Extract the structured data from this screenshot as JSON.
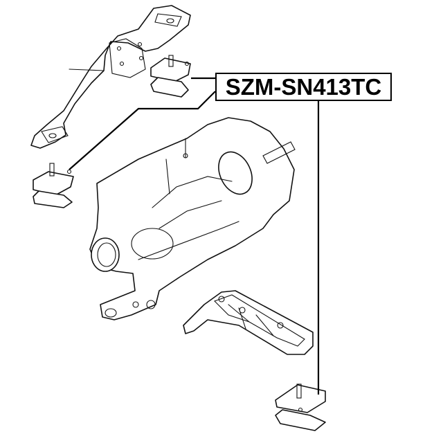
{
  "diagram": {
    "part_number_label": "SZM-SN413TC",
    "colors": {
      "line": "#111111",
      "background": "#ffffff",
      "label_border": "#000000"
    },
    "components": [
      {
        "name": "transmission-crossmember",
        "description": "support bracket beam"
      },
      {
        "name": "mount-upper",
        "description": "rubber mount near crossmember"
      },
      {
        "name": "mount-lower-left",
        "description": "rubber mount under crossmember"
      },
      {
        "name": "transmission-case",
        "description": "gearbox housing"
      },
      {
        "name": "rear-bracket",
        "description": "ribbed mounting bracket"
      },
      {
        "name": "mount-bottom",
        "description": "rubber mount at bottom right"
      }
    ]
  }
}
